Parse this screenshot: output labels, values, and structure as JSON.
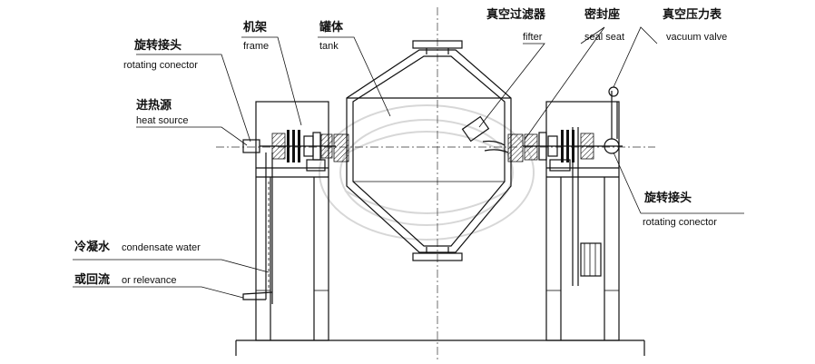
{
  "labels": {
    "rotating_left_cn": "旋转接头",
    "rotating_left_en": "rotating conector",
    "frame_cn": "机架",
    "frame_en": "frame",
    "tank_cn": "罐体",
    "tank_en": "tank",
    "filter_cn": "真空过滤器",
    "filter_en": "fifter",
    "seal_cn": "密封座",
    "seal_en": "seal seat",
    "gauge_cn": "真空压力表",
    "gauge_en": "vacuum valve",
    "heat_cn": "进热源",
    "heat_en": "heat source",
    "rotating_right_cn": "旋转接头",
    "rotating_right_en": "rotating conector",
    "condensate_cn": "冷凝水",
    "condensate_en": "condensate water",
    "return_cn": "或回流",
    "return_en": "or relevance"
  }
}
